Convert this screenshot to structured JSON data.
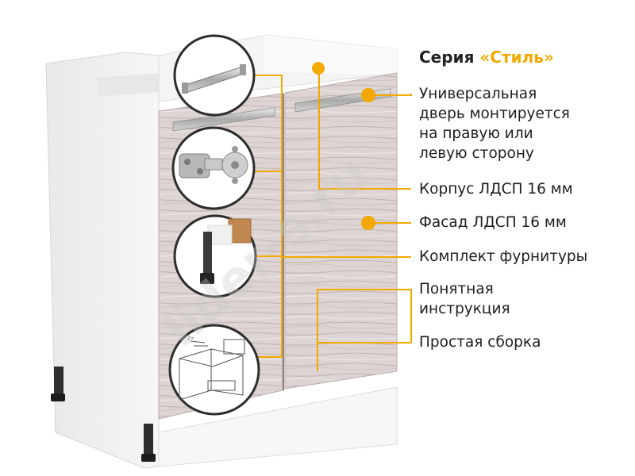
{
  "title": {
    "prefix": "Серия",
    "accent": "«Стиль»"
  },
  "features": [
    {
      "line1": "Универсальная",
      "line2": "дверь монтируется",
      "line3": "на правую или",
      "line4": "левую сторону"
    },
    {
      "text": "Корпус ЛДСП 16 мм"
    },
    {
      "text": "Фасад ЛДСП 16 мм"
    },
    {
      "text": "Комплект фурнитуры"
    },
    {
      "line1": "Понятная",
      "line2": "инструкция"
    },
    {
      "text": "Простая сборка"
    }
  ],
  "watermark": "lider-s.ru",
  "colors": {
    "accent": "#f2a900",
    "connector": "#f2a900",
    "wood": "#ddd3d2",
    "carcass": "#f3f3f3"
  }
}
